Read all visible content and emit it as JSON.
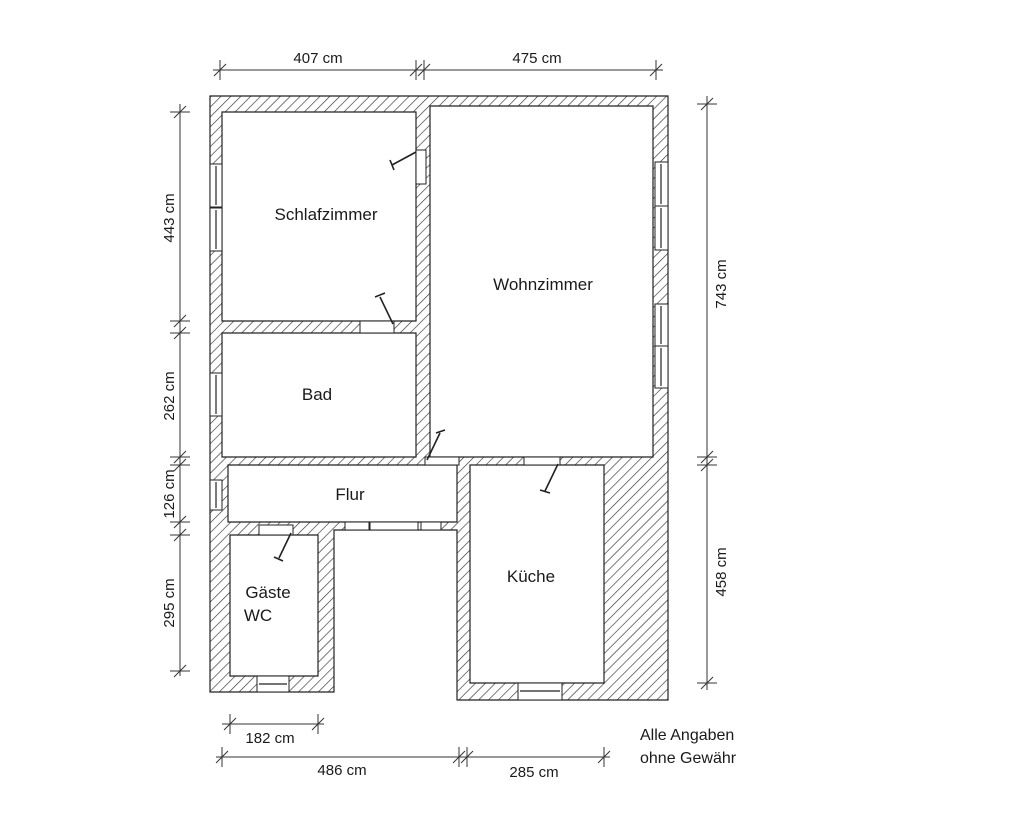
{
  "rooms": {
    "schlafzimmer": "Schlafzimmer",
    "wohnzimmer": "Wohnzimmer",
    "bad": "Bad",
    "flur": "Flur",
    "gaeste_wc_line1": "Gäste",
    "gaeste_wc_line2": "WC",
    "kueche": "Küche"
  },
  "dimensions": {
    "top_left": "407 cm",
    "top_right": "475 cm",
    "left_1": "443 cm",
    "left_2": "262 cm",
    "left_3": "126 cm",
    "left_4": "295 cm",
    "right_1": "743 cm",
    "right_2": "458 cm",
    "bottom_wc": "182 cm",
    "bottom_left": "486 cm",
    "bottom_right": "285 cm"
  },
  "note": {
    "line1": "Alle Angaben",
    "line2": "ohne Gewähr"
  }
}
